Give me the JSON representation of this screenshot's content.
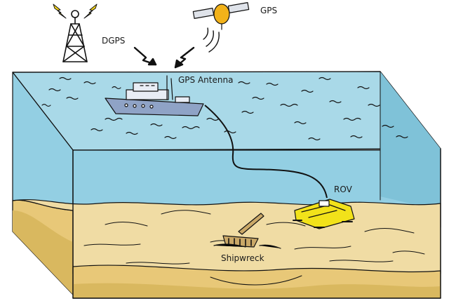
{
  "labels": {
    "gps": "GPS",
    "dgps": "DGPS",
    "gps_antenna": "GPS Antenna",
    "rov": "ROV",
    "shipwreck": "Shipwreck"
  },
  "icons": {
    "tower": "radio-tower-icon",
    "satellite": "satellite-icon",
    "ship": "survey-vessel-icon",
    "rov": "rov-icon",
    "wreck": "shipwreck-icon"
  },
  "colors": {
    "water_top": "#a9d9e8",
    "water_side": "#93cfe3",
    "water_right": "#7fc2d8",
    "sand": "#f0dca4",
    "sand_dark": "#d9b85f",
    "sand_front": "#e8c878",
    "ship_hull": "#8fa3c6",
    "rov": "#f2e21a",
    "satellite": "#f2b21a",
    "lightning": "#f2d21a"
  }
}
